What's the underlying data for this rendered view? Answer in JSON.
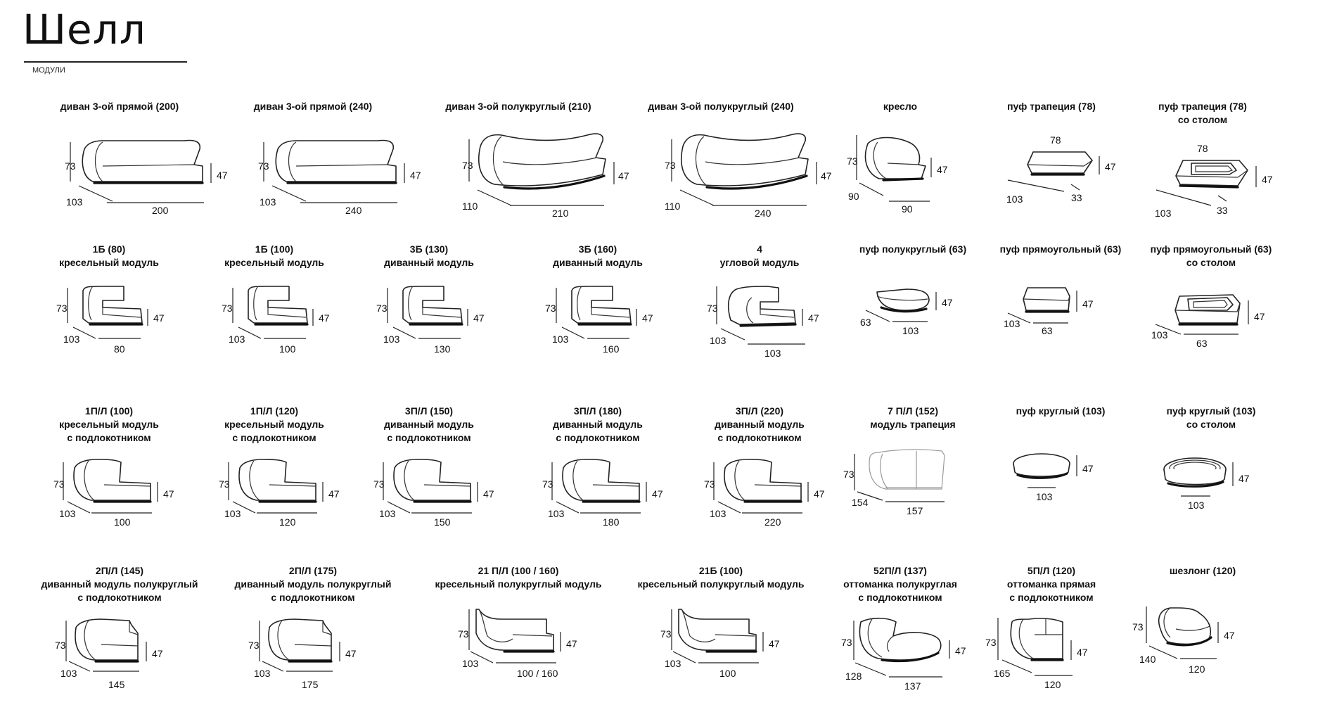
{
  "header": {
    "title": "Шелл",
    "subtitle": "МОДУЛИ"
  },
  "rows": [
    [
      {
        "lines": [
          "диван 3-ой прямой (200)"
        ],
        "shape": "sofa",
        "w": "200",
        "d": "103",
        "h": "73",
        "s": "47"
      },
      {
        "lines": [
          "диван 3-ой прямой (240)"
        ],
        "shape": "sofa",
        "w": "240",
        "d": "103",
        "h": "73",
        "s": "47"
      },
      {
        "lines": [
          "диван 3-ой полукруглый (210)"
        ],
        "shape": "curved-sofa",
        "w": "210",
        "d": "110",
        "h": "73",
        "s": "47"
      },
      {
        "lines": [
          "диван 3-ой полукруглый (240)"
        ],
        "shape": "curved-sofa",
        "w": "240",
        "d": "110",
        "h": "73",
        "s": "47"
      },
      {
        "lines": [
          "кресло"
        ],
        "shape": "armchair",
        "w": "90",
        "d": "90",
        "h": "73",
        "s": "47"
      },
      {
        "lines": [
          "пуф трапеция (78)"
        ],
        "shape": "pouf-trap",
        "top": "78",
        "w": "33",
        "d": "103",
        "h": "",
        "s": "47"
      },
      {
        "lines": [
          "пуф трапеция (78)",
          "со столом"
        ],
        "shape": "pouf-trap-table",
        "top": "78",
        "w": "33",
        "d": "103",
        "h": "",
        "s": "47"
      }
    ],
    [
      {
        "lines": [
          "1Б (80)",
          "кресельный модуль"
        ],
        "shape": "module",
        "w": "80",
        "d": "103",
        "h": "73",
        "s": "47"
      },
      {
        "lines": [
          "1Б (100)",
          "кресельный модуль"
        ],
        "shape": "module",
        "w": "100",
        "d": "103",
        "h": "73",
        "s": "47"
      },
      {
        "lines": [
          "3Б (130)",
          "диванный модуль"
        ],
        "shape": "module",
        "w": "130",
        "d": "103",
        "h": "73",
        "s": "47"
      },
      {
        "lines": [
          "3Б (160)",
          "диванный модуль"
        ],
        "shape": "module",
        "w": "160",
        "d": "103",
        "h": "73",
        "s": "47"
      },
      {
        "lines": [
          "4",
          "угловой модуль"
        ],
        "shape": "corner",
        "w": "103",
        "d": "103",
        "h": "73",
        "s": "47"
      },
      {
        "lines": [
          "пуф полукруглый (63)"
        ],
        "shape": "pouf-half",
        "w": "103",
        "d": "63",
        "h": "",
        "s": "47"
      },
      {
        "lines": [
          "пуф прямоугольный (63)"
        ],
        "shape": "pouf-rect",
        "w": "63",
        "d": "103",
        "h": "",
        "s": "47"
      },
      {
        "lines": [
          "пуф прямоугольный (63)",
          "со столом"
        ],
        "shape": "pouf-rect-table",
        "w": "63",
        "d": "103",
        "h": "",
        "s": "47"
      }
    ],
    [
      {
        "lines": [
          "1П/Л (100)",
          "кресельный модуль",
          "с подлокотником"
        ],
        "shape": "arm-module",
        "w": "100",
        "d": "103",
        "h": "73",
        "s": "47"
      },
      {
        "lines": [
          "1П/Л (120)",
          "кресельный модуль",
          "с подлокотником"
        ],
        "shape": "arm-module",
        "w": "120",
        "d": "103",
        "h": "73",
        "s": "47"
      },
      {
        "lines": [
          "3П/Л (150)",
          "диванный модуль",
          "с подлокотником"
        ],
        "shape": "arm-module",
        "w": "150",
        "d": "103",
        "h": "73",
        "s": "47"
      },
      {
        "lines": [
          "3П/Л (180)",
          "диванный модуль",
          "с подлокотником"
        ],
        "shape": "arm-module",
        "w": "180",
        "d": "103",
        "h": "73",
        "s": "47"
      },
      {
        "lines": [
          "3П/Л (220)",
          "диванный модуль",
          "с подлокотником"
        ],
        "shape": "arm-module",
        "w": "220",
        "d": "103",
        "h": "73",
        "s": "47"
      },
      {
        "lines": [
          "7 П/Л (152)",
          "модуль трапеция"
        ],
        "shape": "trap-module",
        "w": "157",
        "d": "154",
        "h": "73",
        "s": ""
      },
      {
        "lines": [
          "пуф круглый (103)"
        ],
        "shape": "pouf-round",
        "w": "103",
        "d": "",
        "h": "",
        "s": "47"
      },
      {
        "lines": [
          "пуф круглый (103)",
          "со столом"
        ],
        "shape": "pouf-round-table",
        "w": "103",
        "d": "",
        "h": "",
        "s": "47"
      }
    ],
    [
      {
        "lines": [
          "2П/Л (145)",
          "диванный модуль полукруглый",
          "с подлокотником"
        ],
        "shape": "curved-arm",
        "w": "145",
        "d": "103",
        "h": "73",
        "s": "47"
      },
      {
        "lines": [
          "2П/Л (175)",
          "диванный модуль полукруглый",
          "с подлокотником"
        ],
        "shape": "curved-arm",
        "w": "175",
        "d": "103",
        "h": "73",
        "s": "47"
      },
      {
        "lines": [
          "21 П/Л (100 / 160)",
          "кресельный полукруглый модуль"
        ],
        "shape": "curved-armless",
        "w": "100 / 160",
        "d": "103",
        "h": "73",
        "s": "47"
      },
      {
        "lines": [
          "21Б (100)",
          "кресельный полукруглый модуль"
        ],
        "shape": "curved-armless",
        "w": "100",
        "d": "103",
        "h": "73",
        "s": "47"
      },
      {
        "lines": [
          "52П/Л (137)",
          "оттоманка полукруглая",
          "с подлокотником"
        ],
        "shape": "ottoman-round",
        "w": "137",
        "d": "128",
        "h": "73",
        "s": "47"
      },
      {
        "lines": [
          "5П/Л (120)",
          "оттоманка прямая",
          "с подлокотником"
        ],
        "shape": "ottoman-straight",
        "w": "120",
        "d": "165",
        "h": "73",
        "s": "47"
      },
      {
        "lines": [
          "шезлонг (120)"
        ],
        "shape": "chaise",
        "w": "120",
        "d": "140",
        "h": "73",
        "s": "47"
      }
    ]
  ]
}
